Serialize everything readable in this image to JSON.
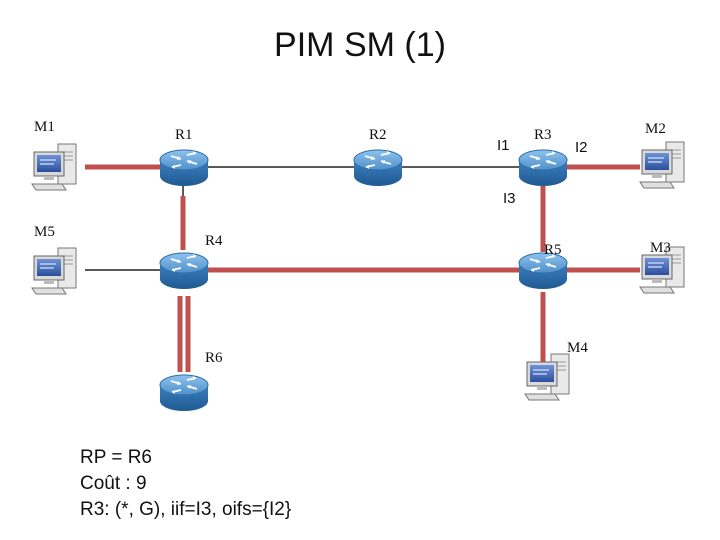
{
  "title": "PIM SM (1)",
  "routers": {
    "r1": "R1",
    "r2": "R2",
    "r3": "R3",
    "r4": "R4",
    "r5": "R5",
    "r6": "R6"
  },
  "hosts": {
    "m1": "M1",
    "m2": "M2",
    "m3": "M3",
    "m4": "M4",
    "m5": "M5"
  },
  "interfaces": {
    "i1": "I1",
    "i2": "I2",
    "i3": "I3"
  },
  "notes": {
    "rp": "RP = R6",
    "cost": "Coût : 9",
    "state": "R3: (*, G), iif=I3, oifs={I2}"
  },
  "colors": {
    "tree_link": "#c0504d",
    "plain_link": "#222222",
    "router_top": "#5b9bd5",
    "router_side": "#2e6fa8"
  }
}
